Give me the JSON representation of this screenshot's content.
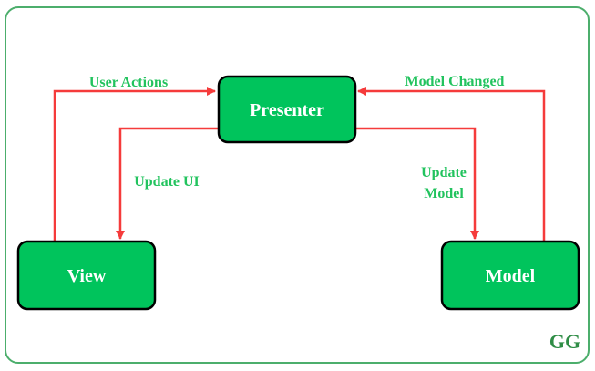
{
  "diagram": {
    "nodes": {
      "presenter": "Presenter",
      "view": "View",
      "model": "Model"
    },
    "edges": {
      "user_actions": "User Actions",
      "model_changed": "Model Changed",
      "update_ui": "Update UI",
      "update_model_line1": "Update",
      "update_model_line2": "Model"
    }
  },
  "branding": {
    "logo_text": "GG"
  },
  "colors": {
    "node_fill": "#00c45c",
    "node_stroke": "#000000",
    "arrow": "#f53b3b",
    "label": "#22c35e",
    "frame": "#4cae6c",
    "logo": "#2f8d46"
  }
}
